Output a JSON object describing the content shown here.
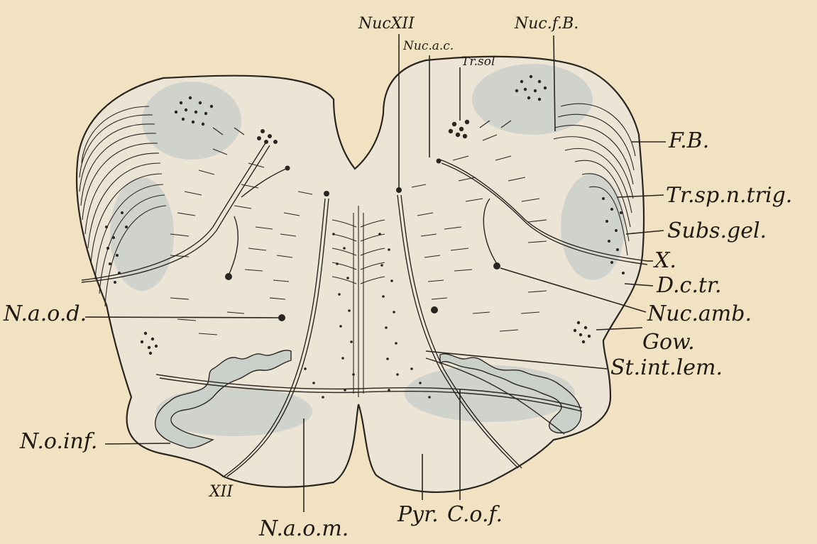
{
  "figure": {
    "labels": {
      "nuc_xii": "NucXII",
      "nuc_fb": "Nuc.f.B.",
      "nuc_ac": "Nuc.a.c.",
      "tr_sol": "Tr.sol",
      "fb": "F.B.",
      "tr_sp_n_trig": "Tr.sp.n.trig.",
      "subs_gel": "Subs.gel.",
      "x": "X.",
      "dc_tr": "D.c.tr.",
      "nuc_amb": "Nuc.amb.",
      "gow": "Gow.",
      "st_int_lem": "St.int.lem.",
      "n_aod": "N.a.o.d.",
      "n_o_inf": "N.o.inf.",
      "xii": "XII",
      "n_a_o_m": "N.a.o.m.",
      "pyr": "Pyr.",
      "c_o_f": "C.o.f."
    }
  }
}
